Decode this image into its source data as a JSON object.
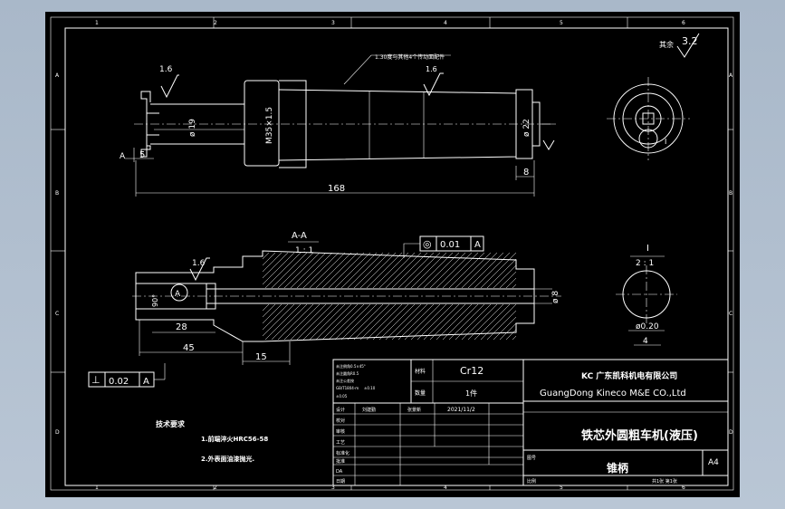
{
  "grid_refs": {
    "top": [
      "1",
      "2",
      "3",
      "4",
      "5",
      "6"
    ],
    "bottom": [
      "1",
      "2",
      "3",
      "4",
      "5",
      "6"
    ],
    "left": [
      "A",
      "B",
      "C",
      "D"
    ],
    "right": [
      "A",
      "B",
      "C",
      "D"
    ]
  },
  "surface_finish": {
    "general_label": "其余",
    "general_value": "3.2",
    "top_left": "1.6",
    "top_mid": "1.6",
    "section": "1.6"
  },
  "top_view": {
    "note": "1.30度与其他4个传动面配件",
    "dims": {
      "d19": "ø 19",
      "m35": "M35×1.5",
      "d22": "ø 22",
      "a5": "5",
      "b8": "8",
      "len168": "168"
    },
    "section_mark": "A"
  },
  "section_view": {
    "title": "A-A",
    "scale": "1 : 1",
    "tolerance_symbol": "◎",
    "tolerance_value": "0.01",
    "tolerance_datum": "A",
    "dims": {
      "d28": "28",
      "d45": "45",
      "d15": "15",
      "a90": "90°",
      "d8": "ø 8"
    },
    "datum": "A"
  },
  "perp_frame": {
    "symbol": "⊥",
    "value": "0.02",
    "datum": "A"
  },
  "detail_view": {
    "label": "I",
    "scale": "2 : 1",
    "dim_d": "ø0.20",
    "dim_4": "4"
  },
  "front_view": {
    "marker": "I"
  },
  "tech_req": {
    "title": "技术要求",
    "items": [
      "1.前端淬火HRC56-58",
      "2.外表面油漆抛光."
    ]
  },
  "title_block": {
    "material": "Cr12",
    "quantity": "1件",
    "material_label": "材料",
    "qty_label": "数量",
    "company_cn": "KC 广东凯科机电有限公司",
    "company_en": "GuangDong   Kineco M&E CO.,Ltd",
    "machine_name": "铁芯外圆粗车机(液压)",
    "part_name": "锥柄",
    "sheet_size": "A4",
    "date": "2021/11/2",
    "designer": "刘建勤",
    "checker": "张景新",
    "left_rows": [
      "设计",
      "校对",
      "审核",
      "工艺",
      "标准化",
      "批准",
      "DA",
      "日期"
    ],
    "notes_left": [
      "未注倒角0.5×45°",
      "未注圆角R0.5",
      "未注公差按",
      "GB/T1804-m",
      "±0.10",
      "±0.05"
    ],
    "drawing_no_label": "图号",
    "scale_label": "比例",
    "sheet_label": "共1张 第1张"
  }
}
